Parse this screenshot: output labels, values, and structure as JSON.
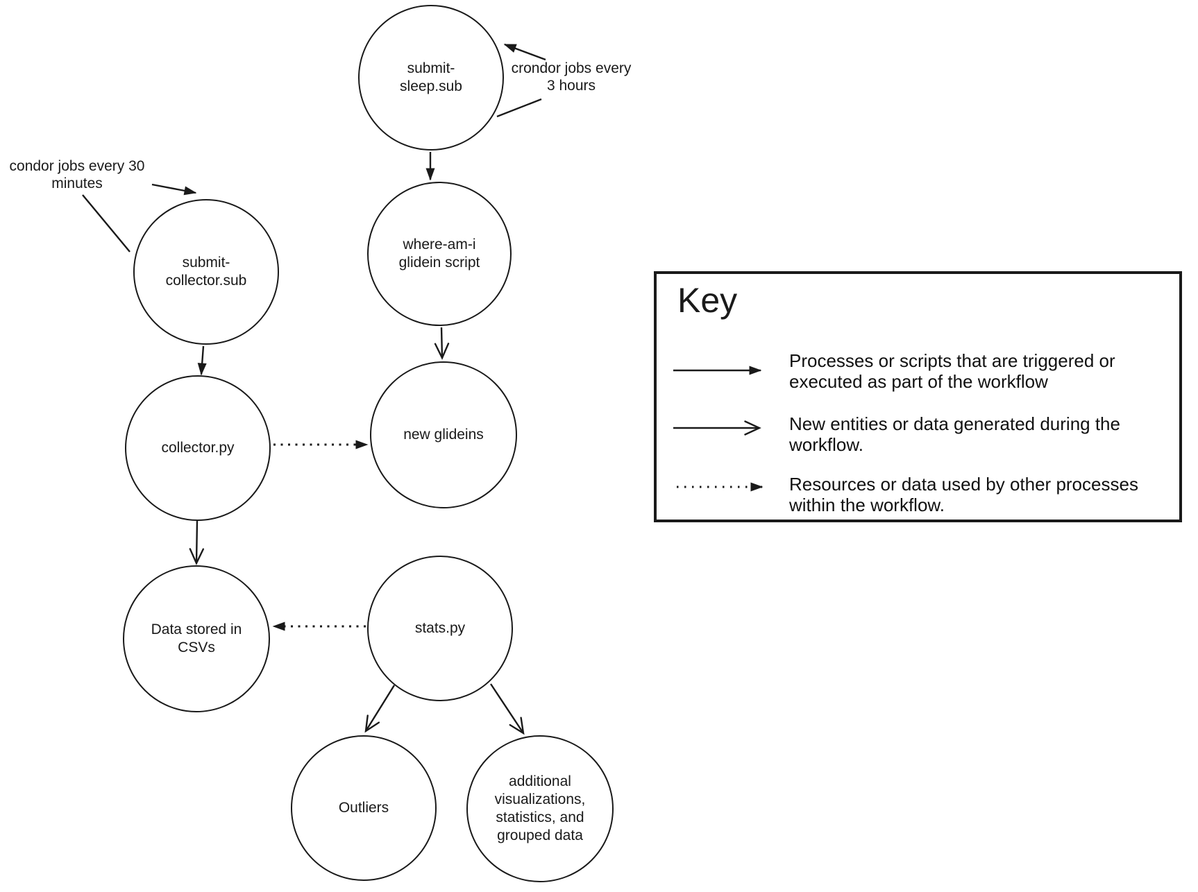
{
  "diagram": {
    "nodes": [
      {
        "id": "submit-sleep-sub",
        "label": "submit-\nsleep.sub"
      },
      {
        "id": "where-am-i",
        "label": "where-am-i\nglidein script"
      },
      {
        "id": "new-glideins",
        "label": "new glideins"
      },
      {
        "id": "submit-collector-sub",
        "label": "submit-\ncollector.sub"
      },
      {
        "id": "collector-py",
        "label": "collector.py"
      },
      {
        "id": "data-stored-in-csvs",
        "label": "Data stored in\nCSVs"
      },
      {
        "id": "stats-py",
        "label": "stats.py"
      },
      {
        "id": "outliers",
        "label": "Outliers"
      },
      {
        "id": "additional-outputs",
        "label": "additional\nvisualizations,\nstatistics, and\ngrouped data"
      }
    ],
    "annotations": [
      {
        "id": "condor-30-minutes",
        "text": "condor jobs every 30\nminutes"
      },
      {
        "id": "crondor-3-hours",
        "text": "crondor jobs every\n3 hours"
      }
    ],
    "colors": {
      "stroke": "#1a1a1a",
      "background": "#ffffff"
    }
  },
  "key": {
    "title": "Key",
    "entries": [
      {
        "arrow": "solid-filled-arrow",
        "text": "Processes or scripts that are triggered or\nexecuted as part of the workflow"
      },
      {
        "arrow": "solid-open-arrow",
        "text": "New entities or data generated during the\nworkflow."
      },
      {
        "arrow": "dotted-filled-arrow",
        "text": "Resources or data used by other processes\nwithin the workflow."
      }
    ]
  }
}
